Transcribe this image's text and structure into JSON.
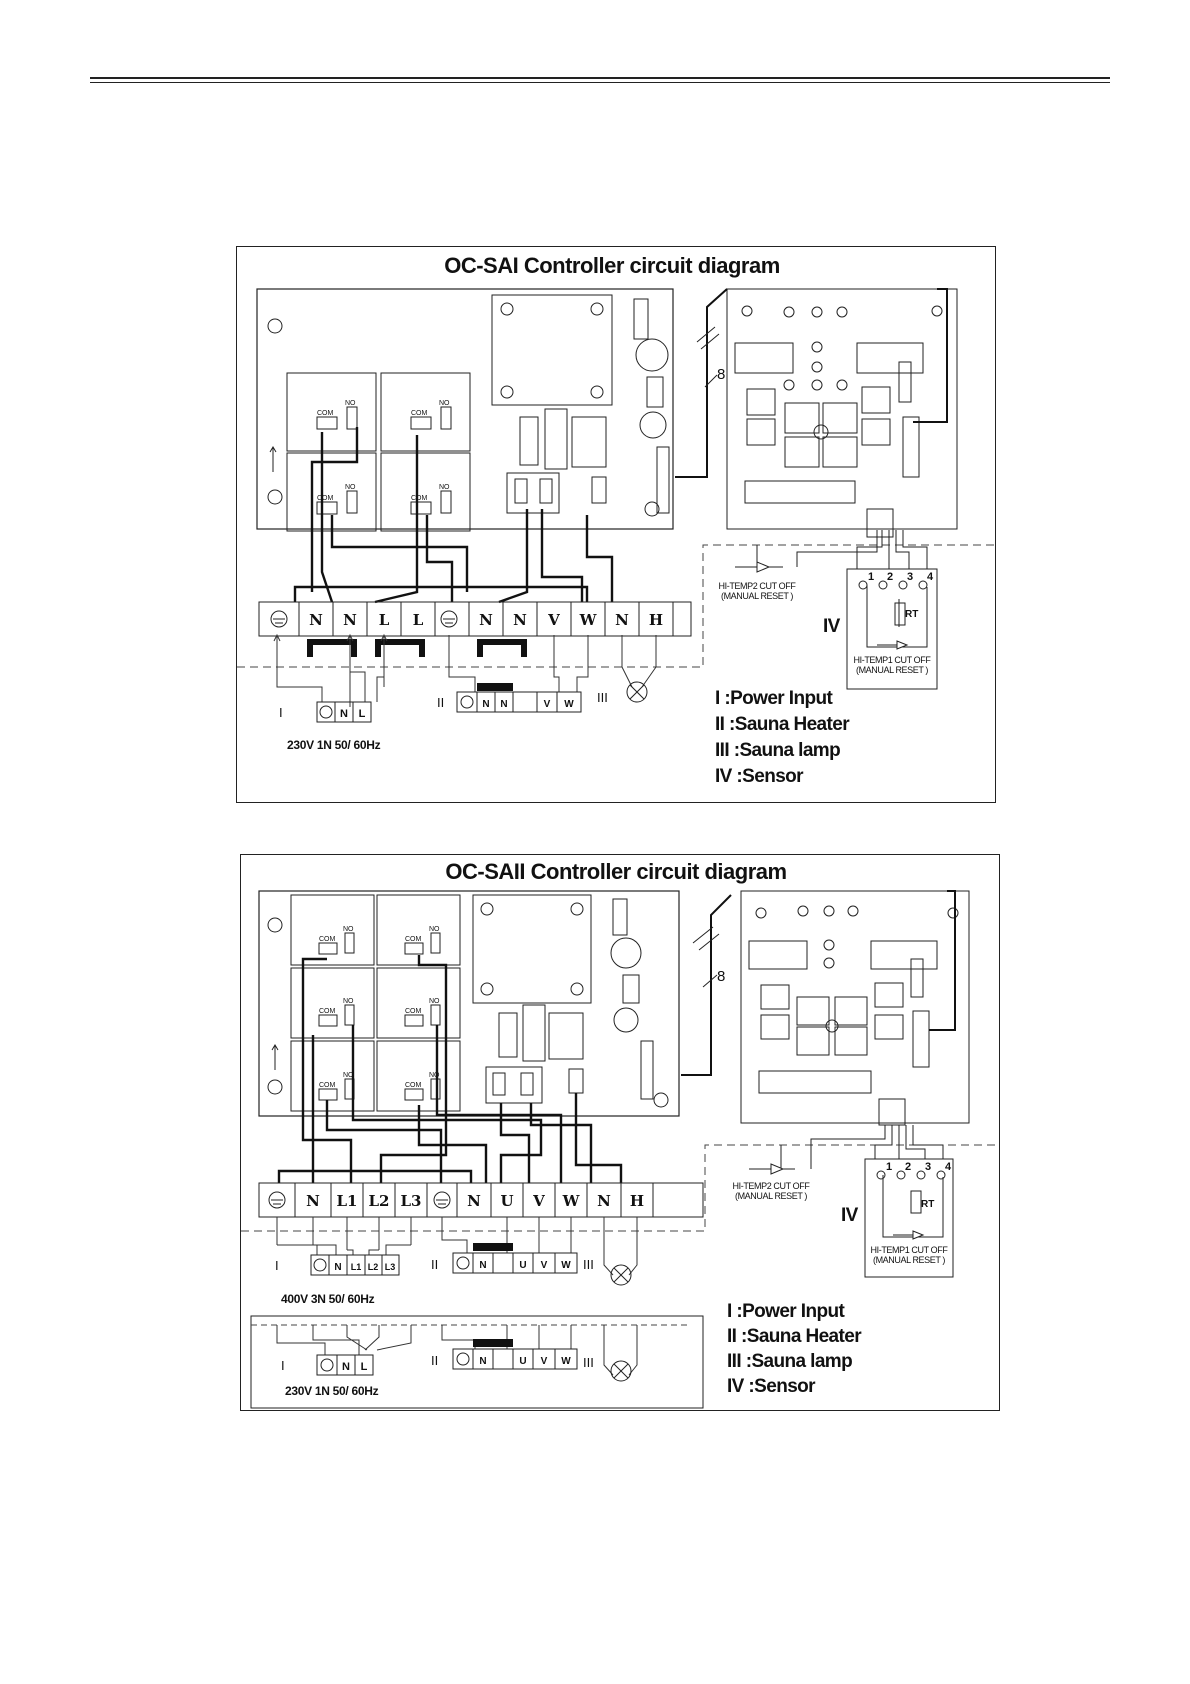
{
  "diagram1": {
    "title": "OC-SAI Controller circuit diagram",
    "terminals": [
      "N",
      "N",
      "L",
      "L",
      "N",
      "N",
      "V",
      "W",
      "N",
      "H"
    ],
    "relay_labels": {
      "com": "COM",
      "no": "NO"
    },
    "cable_label": "8",
    "sensor_id": "IV",
    "sensor_pins": [
      "1",
      "2",
      "3",
      "4"
    ],
    "rt_label": "RT",
    "hitemp2": [
      "HI-TEMP2 CUT OFF",
      "(MANUAL RESET )"
    ],
    "hitemp1": [
      "HI-TEMP1 CUT OFF",
      "(MANUAL RESET )"
    ],
    "supply_terminals": [
      "N",
      "L"
    ],
    "heater_terminals": [
      "N",
      "N",
      "V",
      "W"
    ],
    "roman": [
      "I",
      "II",
      "III"
    ],
    "supply": "230V  1N  50/ 60Hz",
    "legend": [
      "I  :Power Input",
      "II  :Sauna Heater",
      "III :Sauna lamp",
      "IV :Sensor"
    ]
  },
  "diagram2": {
    "title": "OC-SAII Controller circuit diagram",
    "terminals": [
      "N",
      "L1",
      "L2",
      "L3",
      "N",
      "U",
      "V",
      "W",
      "N",
      "H"
    ],
    "relay_labels": {
      "com": "COM",
      "no": "NO"
    },
    "cable_label": "8",
    "sensor_id": "IV",
    "sensor_pins": [
      "1",
      "2",
      "3",
      "4"
    ],
    "rt_label": "RT",
    "hitemp2": [
      "HI-TEMP2 CUT OFF",
      "(MANUAL RESET )"
    ],
    "hitemp1": [
      "HI-TEMP1 CUT OFF",
      "(MANUAL RESET )"
    ],
    "supply_terminals": [
      "N",
      "L1",
      "L2",
      "L3"
    ],
    "heater_terminals": [
      "N",
      "U",
      "V",
      "W"
    ],
    "roman": [
      "I",
      "II",
      "III"
    ],
    "supply": "400V  3N  50/ 60Hz",
    "alt_supply_terminals": [
      "N",
      "L"
    ],
    "alt_heater_terminals": [
      "N",
      "U",
      "V",
      "W"
    ],
    "alt_roman": [
      "I",
      "II",
      "III"
    ],
    "alt_supply": "230V  1N  50/ 60Hz",
    "legend": [
      "I  :Power Input",
      "II  :Sauna Heater",
      "III :Sauna lamp",
      "IV :Sensor"
    ]
  }
}
